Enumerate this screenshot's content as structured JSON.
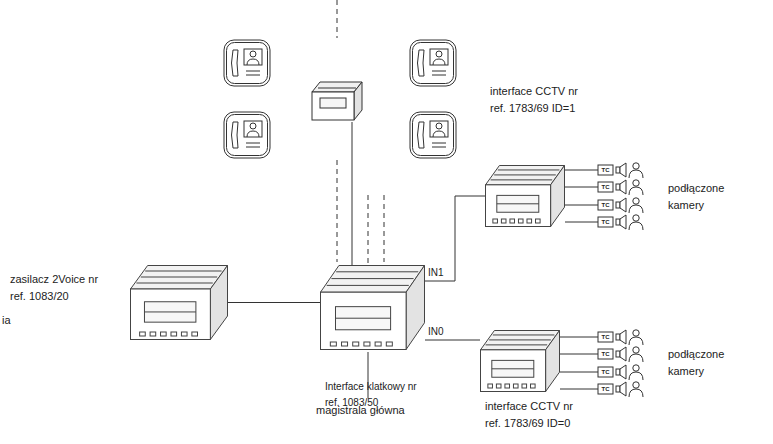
{
  "diagram": {
    "nodes": [
      {
        "text": [
          "interface CCTV nr ref. 1783/69 ID=1"
        ]
      },
      {
        "text": [
          "zasilacz 2Voice nr ref. 1083/20"
        ]
      },
      {
        "text": [
          "Interface klatkowy nr ref. 1083/50"
        ]
      },
      {
        "text": [
          "interface CCTV nr ref. 1783/69 ID=0"
        ]
      }
    ],
    "edges": [
      {
        "from": 2,
        "to": 0,
        "arrow": "none",
        "label": "IN1"
      },
      {
        "from": 2,
        "to": 3,
        "arrow": "none",
        "label": "IN0"
      },
      {
        "from": 1,
        "to": 2,
        "arrow": "none"
      }
    ],
    "labels": [
      "podłączone kamery",
      "podłączone kamery",
      "magistrala główna",
      "ia",
      "TC",
      "TC",
      "TC",
      "TC",
      "TC",
      "TC",
      "TC",
      "TC"
    ]
  }
}
